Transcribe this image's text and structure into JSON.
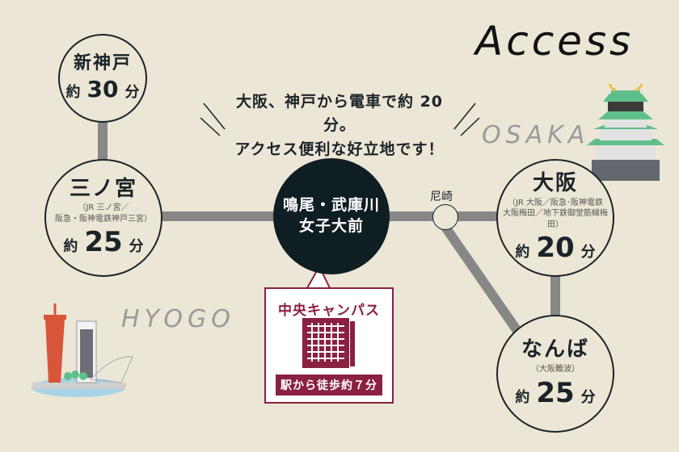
{
  "title": "Access",
  "tagline": {
    "line1": "大阪、神戸から電車で約 20 分。",
    "line2": "アクセス便利な好立地です！"
  },
  "labels": {
    "osaka": "OSAKA",
    "hyogo": "HYOGO"
  },
  "hub": {
    "line1": "鳴尾・武庫川",
    "line2": "女子大前"
  },
  "junction": {
    "name": "尼崎"
  },
  "stations": {
    "shinkobe": {
      "name": "新神戸",
      "prefix": "約",
      "minutes": "30",
      "suffix": "分"
    },
    "sannomiya": {
      "name": "三ノ宮",
      "sub1": "（JR 三ノ宮／",
      "sub2": "阪急・阪神電鉄神戸三宮）",
      "prefix": "約",
      "minutes": "25",
      "suffix": "分"
    },
    "osaka": {
      "name": "大阪",
      "sub1": "（JR 大阪／阪急･阪神電鉄",
      "sub2": "大阪梅田／地下鉄御堂筋線梅田）",
      "prefix": "約",
      "minutes": "20",
      "suffix": "分"
    },
    "namba": {
      "name": "なんば",
      "sub1": "（大阪難波）",
      "prefix": "約",
      "minutes": "25",
      "suffix": "分"
    }
  },
  "campus": {
    "title": "中央キャンパス",
    "walk": "駅から徒歩約７分"
  },
  "colors": {
    "background": "#ebe6d5",
    "line": "#878787",
    "hub": "#0f1e23",
    "campus": "#8a2140"
  }
}
